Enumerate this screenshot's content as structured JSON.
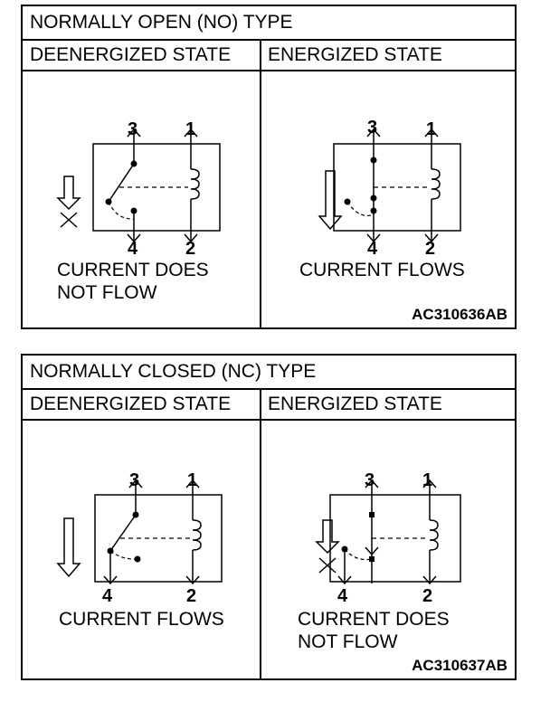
{
  "no_panel": {
    "title": "NORMALLY OPEN (NO) TYPE",
    "left_header": "DEENERGIZED STATE",
    "right_header": "ENERGIZED STATE",
    "left_caption_line1": "CURRENT DOES",
    "left_caption_line2": "NOT FLOW",
    "right_caption": "CURRENT FLOWS",
    "code": "AC310636AB"
  },
  "nc_panel": {
    "title": "NORMALLY CLOSED (NC) TYPE",
    "left_header": "DEENERGIZED STATE",
    "right_header": "ENERGIZED STATE",
    "left_caption": "CURRENT FLOWS",
    "right_caption_line1": "CURRENT DOES",
    "right_caption_line2": "NOT FLOW",
    "code": "AC310637AB"
  },
  "terminals": {
    "t1": "1",
    "t2": "2",
    "t3": "3",
    "t4": "4"
  }
}
